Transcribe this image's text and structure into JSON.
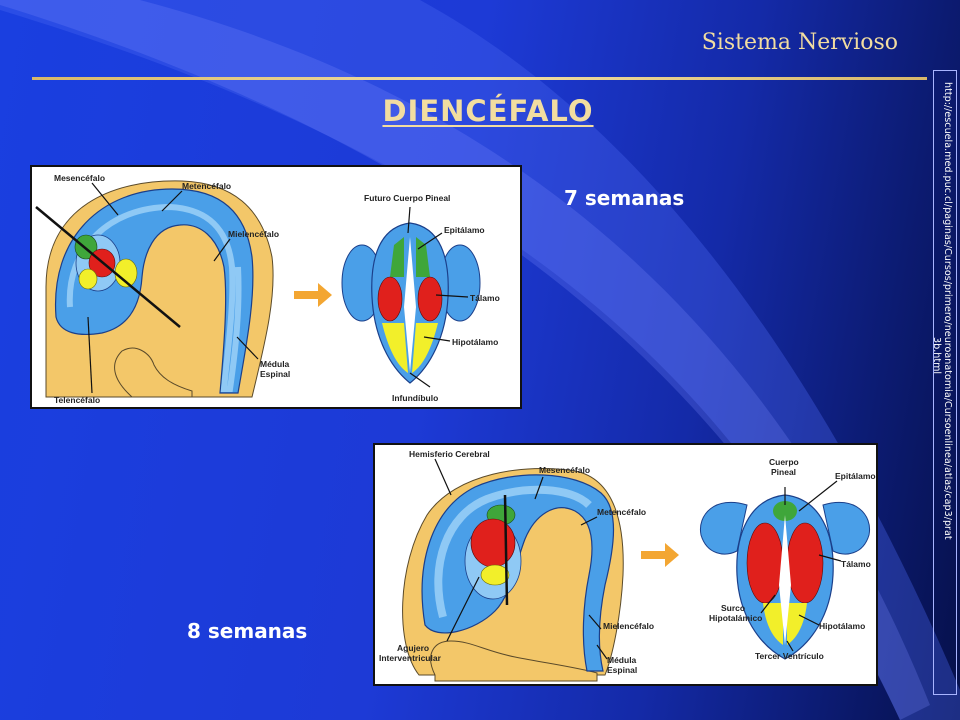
{
  "header": {
    "title": "Sistema Nervioso",
    "slide_title": "DIENCÉFALO"
  },
  "source_url_lines": [
    "http://escuela.med.puc.cl/paginas/Cursos/primero/neuroanatomia/Cursoenlinea/atlas/cap3/prat",
    "3b.html"
  ],
  "figure_7_weeks": {
    "caption": "7 semanas",
    "labels": {
      "mesencefalo": "Mesencéfalo",
      "metencefalo": "Metencéfalo",
      "mielencefalo": "Mielencéfalo",
      "medula": "Médula",
      "espinal": "Espinal",
      "telencefalo": "Telencéfalo",
      "futuro_cuerpo_pineal": "Futuro Cuerpo Pineal",
      "epitalamo": "Epitálamo",
      "talamo": "Tálamo",
      "hipotalamo": "Hipotálamo",
      "infundibulo": "Infundíbulo"
    }
  },
  "figure_8_weeks": {
    "caption": "8 semanas",
    "labels": {
      "hemisferio_cerebral": "Hemisferio Cerebral",
      "mesencefalo": "Mesencéfalo",
      "metencefalo": "Metencéfalo",
      "mielencefalo": "Mielencéfalo",
      "agujero": "Agujero",
      "interventricular": "Interventricular",
      "medula": "Médula",
      "espinal": "Espinal",
      "cuerpo": "Cuerpo",
      "pineal": "Pineal",
      "epitalamo": "Epitálamo",
      "talamo": "Tálamo",
      "surco": "Surco",
      "hipotalamico": "Hipotalámico",
      "hipotalamo": "Hipotálamo",
      "tercer_ventriculo": "Tercer Ventrículo"
    }
  },
  "colors": {
    "skin": "#f3c769",
    "brain_blue": "#4a9fe8",
    "brain_light": "#8fc9f5",
    "thalamus_red": "#e0201c",
    "epithalamus_green": "#3fa63a",
    "hypothalamus_yellow": "#f2ef2a",
    "arrow_orange": "#f3a632"
  }
}
